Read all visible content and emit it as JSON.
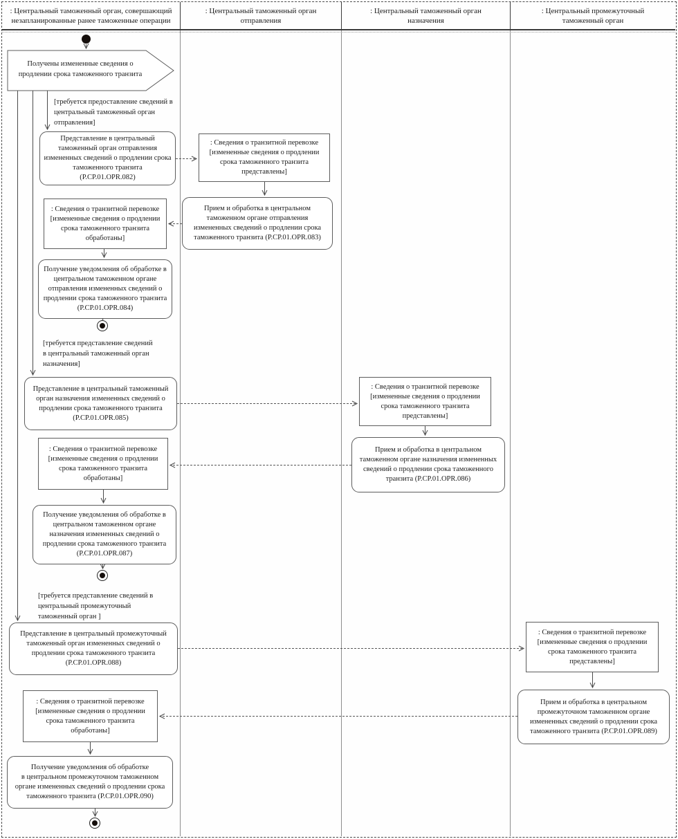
{
  "diagram": {
    "lanes": [
      {
        "label": ": Центральный таможенный орган, совершающий\nнезапланированные ранее таможенные операции"
      },
      {
        "label": ": Центральный таможенный орган\nотправления"
      },
      {
        "label": ": Центральный таможенный орган\nназначения"
      },
      {
        "label": ": Центральный промежуточный\nтаможенный орган"
      }
    ],
    "start_event": {
      "label": "Получены измененные сведения о\nпродлении срока таможенного транзита"
    },
    "guards": {
      "to_departure": "[требуется предоставление сведений в\nцентральный таможенный орган\nотправления]",
      "to_destination": "[требуется представление сведений\nв центральный таможенный орган\nназначения]",
      "to_intermediate": "[требуется представление сведений в\nцентральный промежуточный\nтаможенный орган ]"
    },
    "activities": {
      "opr082": "Представление в центральный\nтаможенный орган отправления\nизмененных сведений о продлении срока\nтаможенного транзита\n(P.CP.01.OPR.082)",
      "opr083": "Прием и обработка в центральном\nтаможенном органе отправления\nизмененных сведений о продлении срока\nтаможенного транзита (P.CP.01.OPR.083)",
      "opr084": "Получение уведомления об обработке в\nцентральном таможенном органе\nотправления измененных сведений о\nпродлении срока таможенного транзита\n(P.CP.01.OPR.084)",
      "opr085": "Представление в центральный таможенный\nорган назначения измененных сведений о\nпродлении срока таможенного транзита\n(P.CP.01.OPR.085)",
      "opr086": "Прием и обработка в центральном\nтаможенном органе назначения измененных\nсведений о продлении срока таможенного\nтранзита (P.CP.01.OPR.086)",
      "opr087": "Получение уведомления об обработке в\nцентральном таможенном органе\nназначения измененных сведений о\nпродлении срока таможенного транзита\n(P.CP.01.OPR.087)",
      "opr088": "Представление в центральный промежуточный\nтаможенный орган измененных сведений о\nпродлении срока таможенного транзита\n(P.CP.01.OPR.088)",
      "opr089": "Прием и обработка в центральном\nпромежуточном таможенном органе\nизмененных сведений о продлении срока\nтаможенного транзита (P.CP.01.OPR.089)",
      "opr090": "Получение уведомления об обработке\nв центральном промежуточном таможенном\nоргане измененных сведений о продлении срока\nтаможенного транзита (P.CP.01.OPR.090)"
    },
    "objects": {
      "departure_presented": ": Сведения о транзитной перевозке\n[измененные сведения о продлении\nсрока таможенного транзита\nпредставлены]",
      "departure_processed": ": Сведения о транзитной перевозке\n[измененные сведения о продлении\nсрока таможенного транзита\nобработаны]",
      "destination_presented": ": Сведения о транзитной перевозке\n[измененные сведения о продлении\nсрока таможенного транзита\nпредставлены]",
      "destination_processed": ": Сведения о транзитной перевозке\n[измененные сведения о продлении\nсрока таможенного транзита\nобработаны]",
      "intermediate_presented": ": Сведения о транзитной перевозке\n[измененные сведения о продлении\nсрока таможенного транзита\nпредставлены]",
      "intermediate_processed": ": Сведения о транзитной перевозке\n[измененные сведения о продлении\nсрока таможенного транзита\nобработаны]"
    }
  }
}
